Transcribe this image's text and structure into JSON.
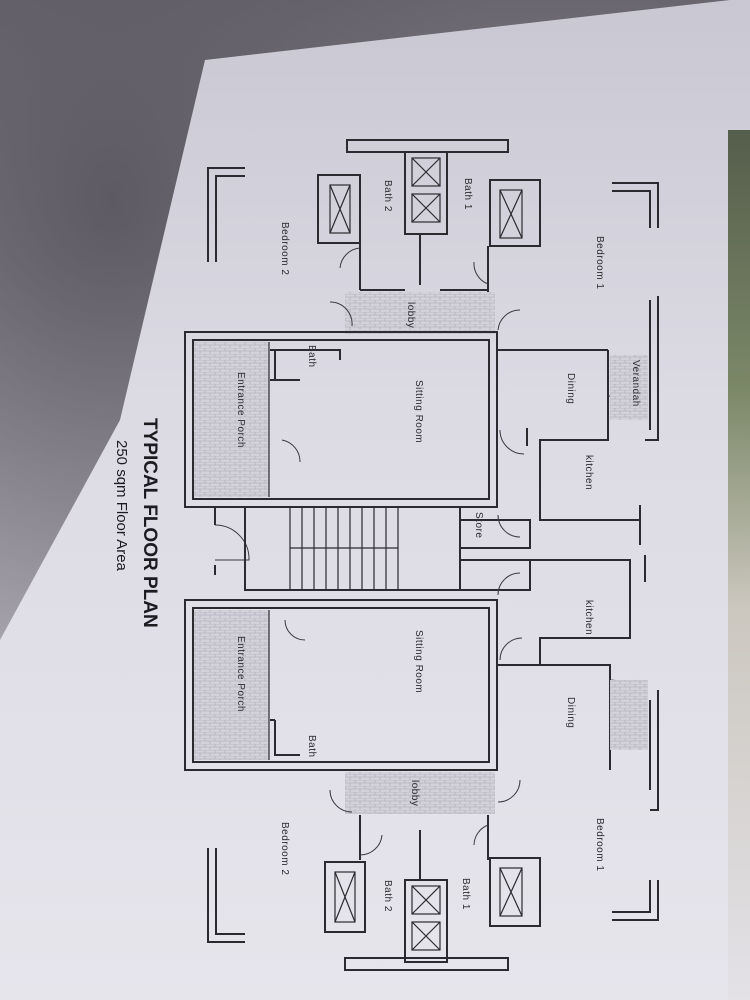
{
  "title": "TYPICAL FLOOR PLAN",
  "subtitle": "250 sqm Floor Area",
  "rooms": {
    "upper": {
      "bedroom1": "Bedroom 1",
      "bedroom2": "Bedroom 2",
      "bath1": "Bath 1",
      "bath2": "Bath 2",
      "lobby": "lobby",
      "bath": "Bath",
      "verandah": "Verandah",
      "dining": "Dining",
      "sitting": "Sitting Room",
      "kitchen": "kitchen",
      "porch": "Entrance Porch",
      "store": "Store"
    },
    "lower": {
      "kitchen": "kitchen",
      "sitting": "Sitting Room",
      "dining": "Dining",
      "porch": "Entrance Porch",
      "bath": "Bath",
      "lobby": "lobby",
      "bedroom1": "Bedroom 1",
      "bedroom2": "Bedroom 2",
      "bath1": "Bath 1",
      "bath2": "Bath 2"
    }
  }
}
